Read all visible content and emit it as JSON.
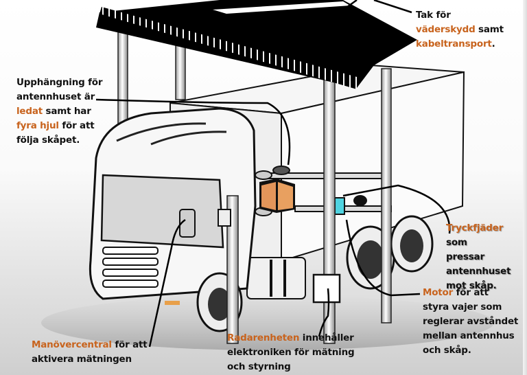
{
  "colors": {
    "highlight": "#c8631d",
    "text": "#111111",
    "antenna_box": "#e3955a",
    "motor": "#4fd3e0"
  },
  "diagram": {
    "subject": "truck-under-canopy-measurement-station",
    "annotations": [
      {
        "id": "roof",
        "lines": [
          [
            {
              "t": "Tak för",
              "hl": false
            }
          ],
          [
            {
              "t": "väderskydd",
              "hl": true
            },
            {
              "t": " samt",
              "hl": false
            }
          ],
          [
            {
              "t": "kabeltransport",
              "hl": true
            },
            {
              "t": ".",
              "hl": false
            }
          ]
        ]
      },
      {
        "id": "suspension",
        "lines": [
          [
            {
              "t": "Upphängning för",
              "hl": false
            }
          ],
          [
            {
              "t": "antennhuset är",
              "hl": false
            }
          ],
          [
            {
              "t": "ledat",
              "hl": true
            },
            {
              "t": " samt har",
              "hl": false
            }
          ],
          [
            {
              "t": "fyra hjul",
              "hl": true
            },
            {
              "t": " för att",
              "hl": false
            }
          ],
          [
            {
              "t": "följa skåpet.",
              "hl": false
            }
          ]
        ]
      },
      {
        "id": "spring",
        "lines": [
          [
            {
              "t": "Tryckfjäder",
              "hl": true
            },
            {
              "t": " som",
              "hl": false
            }
          ],
          [
            {
              "t": "pressar",
              "hl": false
            }
          ],
          [
            {
              "t": "antennhuset",
              "hl": false
            }
          ],
          [
            {
              "t": "mot skåp.",
              "hl": false
            }
          ]
        ]
      },
      {
        "id": "motor",
        "lines": [
          [
            {
              "t": "Motor",
              "hl": true
            },
            {
              "t": " för att",
              "hl": false
            }
          ],
          [
            {
              "t": "styra vajer som",
              "hl": false
            }
          ],
          [
            {
              "t": "reglerar avståndet",
              "hl": false
            }
          ],
          [
            {
              "t": "mellan antennhus",
              "hl": false
            }
          ],
          [
            {
              "t": "och skåp.",
              "hl": false
            }
          ]
        ]
      },
      {
        "id": "radar",
        "lines": [
          [
            {
              "t": "Radarenheten",
              "hl": true
            },
            {
              "t": " innehåller",
              "hl": false
            }
          ],
          [
            {
              "t": "elektroniken för mätning",
              "hl": false
            }
          ],
          [
            {
              "t": "och styrning",
              "hl": false
            }
          ]
        ]
      },
      {
        "id": "control",
        "lines": [
          [
            {
              "t": "Manövercentral",
              "hl": true
            },
            {
              "t": " för att",
              "hl": false
            }
          ],
          [
            {
              "t": "aktivera mätningen",
              "hl": false
            }
          ]
        ]
      }
    ]
  }
}
